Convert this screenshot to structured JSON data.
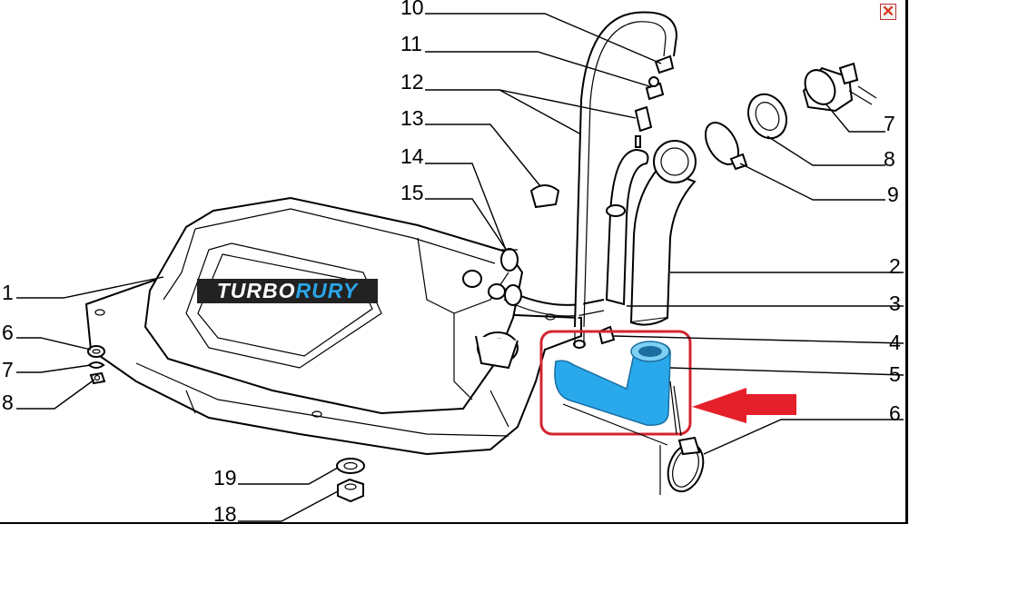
{
  "diagram": {
    "labels": {
      "p1": "1",
      "p2": "2",
      "p3": "3",
      "p4": "4",
      "p5": "5",
      "p6a": "6",
      "p6b": "6",
      "p7a": "7",
      "p7b": "7",
      "p8a": "8",
      "p8b": "8",
      "p9": "9",
      "p10": "10",
      "p11": "11",
      "p12": "12",
      "p13": "13",
      "p14": "14",
      "p15": "15",
      "p18": "18",
      "p19": "19"
    },
    "highlight_color": "#29a9ec",
    "box_color": "#d3262f",
    "arrow_color": "#e5202a"
  },
  "watermark": {
    "part1": "TURBO",
    "part2": "RURY"
  },
  "close_button": {
    "glyph": "✕",
    "icon": "close-icon"
  }
}
